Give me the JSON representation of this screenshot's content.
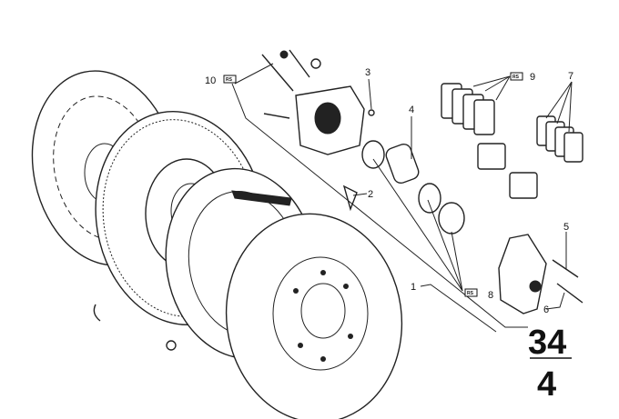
{
  "diagram": {
    "group_number": "34",
    "subgroup_number": "4",
    "callouts": [
      {
        "id": "1",
        "label": "1"
      },
      {
        "id": "2",
        "label": "2"
      },
      {
        "id": "3",
        "label": "3"
      },
      {
        "id": "4",
        "label": "4"
      },
      {
        "id": "5",
        "label": "5"
      },
      {
        "id": "6",
        "label": "6"
      },
      {
        "id": "7",
        "label": "7"
      },
      {
        "id": "8",
        "label": "8",
        "badge": "RS"
      },
      {
        "id": "9",
        "label": "9",
        "badge": "RS"
      },
      {
        "id": "10",
        "label": "10",
        "badge": "RS"
      }
    ]
  }
}
